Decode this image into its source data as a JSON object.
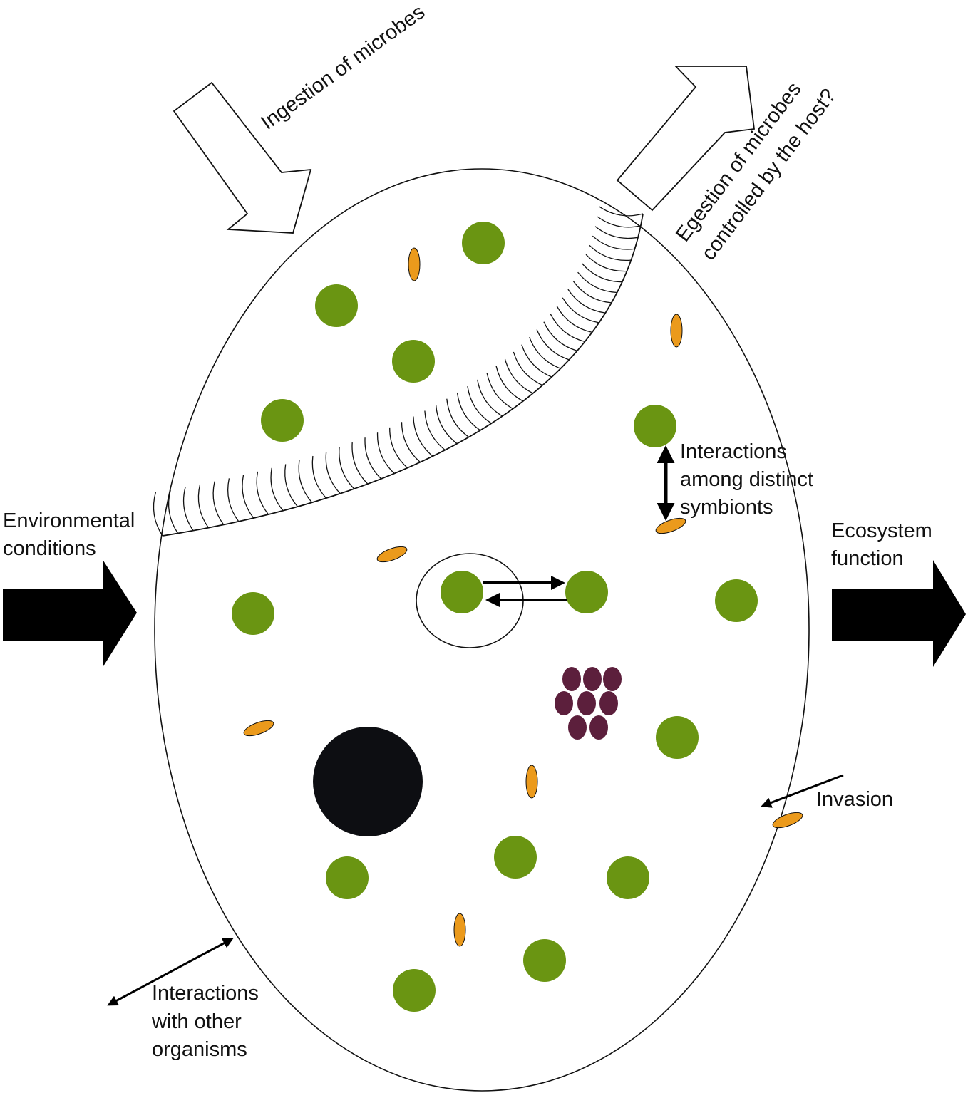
{
  "labels": {
    "ingestion": "Ingestion of microbes",
    "egestion_line1": "Egestion of microbes",
    "egestion_line2": "controlled by the host?",
    "environmental_line1": "Environmental",
    "environmental_line2": "conditions",
    "ecosystem_line1": "Ecosystem",
    "ecosystem_line2": "function",
    "interactions_symbionts_line1": "Interactions",
    "interactions_symbionts_line2": "among distinct",
    "interactions_symbionts_line3": "symbionts",
    "invasion": "Invasion",
    "interactions_other_line1": "Interactions",
    "interactions_other_line2": "with other",
    "interactions_other_line3": "organisms"
  },
  "colors": {
    "green_symbiont": "#6a9512",
    "orange_microbe": "#eb9a1c",
    "purple_cluster": "#5c1f3c",
    "nucleus": "#0d0e12",
    "outline": "#111111",
    "input_output_arrow": "#000000"
  }
}
